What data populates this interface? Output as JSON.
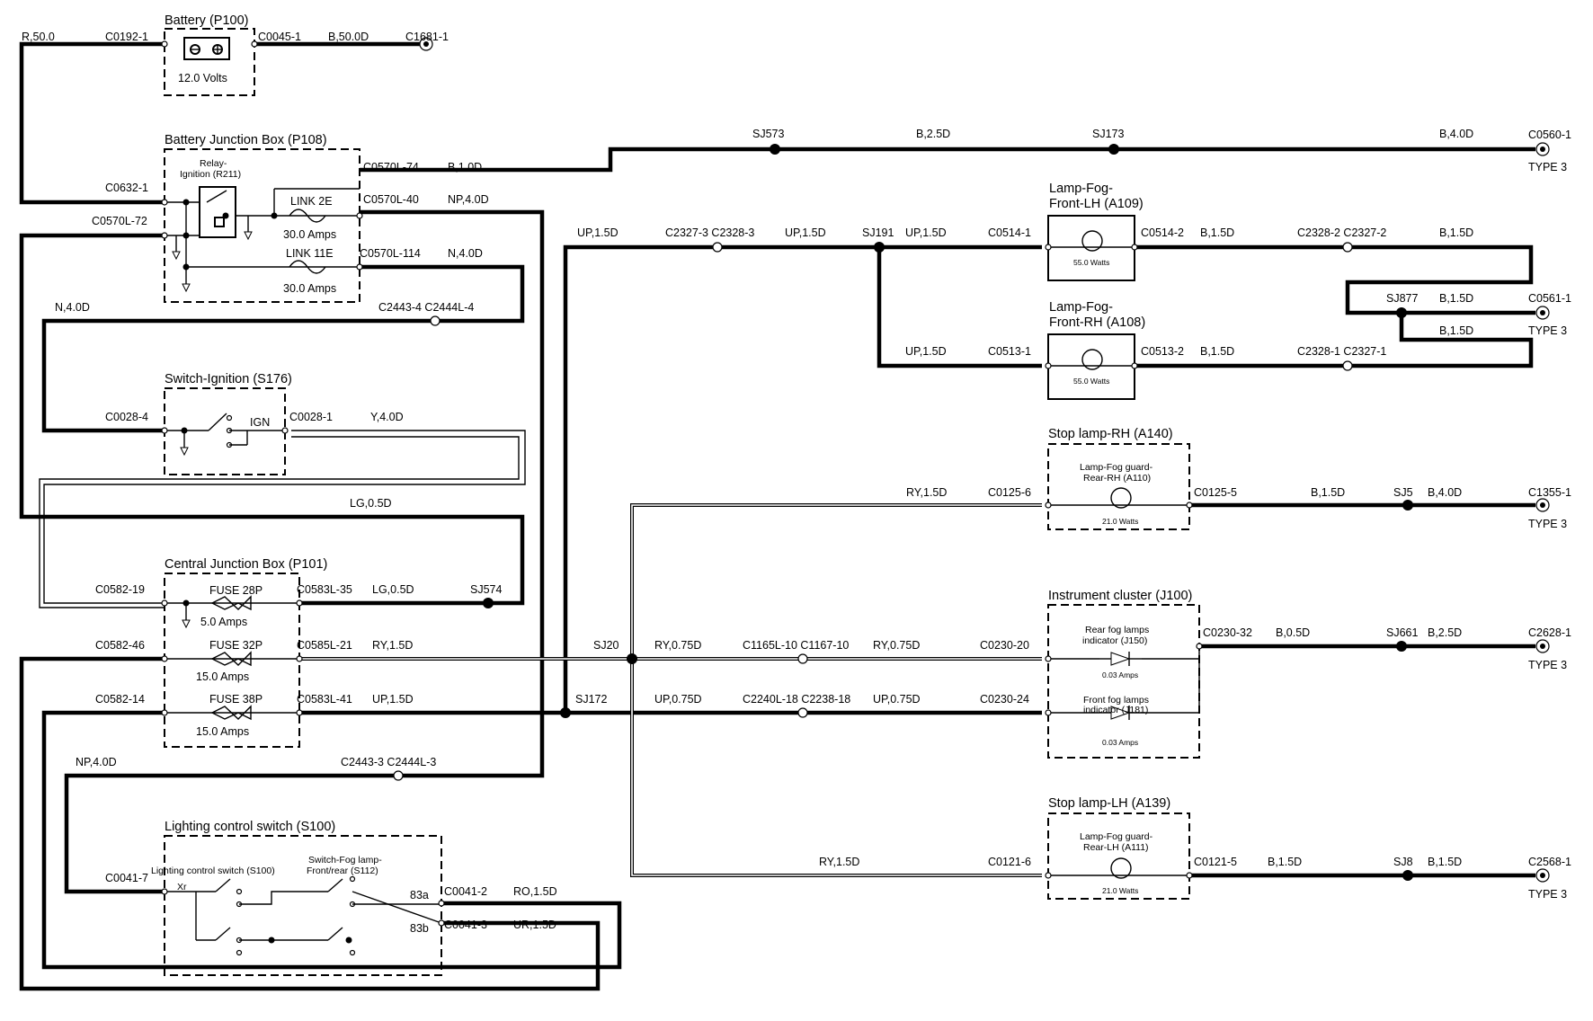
{
  "components": {
    "battery": {
      "title": "Battery (P100)",
      "rating": "12.0 Volts"
    },
    "bjb": {
      "title": "Battery Junction Box (P108)",
      "relay": "Relay-",
      "relay2": "Ignition (R211)",
      "link2e": "LINK 2E",
      "link2e_amps": "30.0 Amps",
      "link11e": "LINK 11E",
      "link11e_amps": "30.0 Amps"
    },
    "ign_switch": {
      "title": "Switch-Ignition (S176)",
      "ign": "IGN"
    },
    "cjb": {
      "title": "Central Junction Box (P101)",
      "fuse28": "FUSE 28P",
      "fuse28_amps": "5.0 Amps",
      "fuse32": "FUSE 32P",
      "fuse32_amps": "15.0 Amps",
      "fuse38": "FUSE 38P",
      "fuse38_amps": "15.0 Amps"
    },
    "lcs": {
      "title": "Lighting control switch (S100)",
      "inner_left": "Lighting control switch (S100)",
      "inner_right1": "Switch-Fog lamp-",
      "inner_right2": "Front/rear (S112)",
      "xr": "Xr",
      "p83a": "83a",
      "p83b": "83b"
    },
    "fog_lh": {
      "title1": "Lamp-Fog-",
      "title2": "Front-LH (A109)",
      "watts": "55.0 Watts"
    },
    "fog_rh": {
      "title1": "Lamp-Fog-",
      "title2": "Front-RH (A108)",
      "watts": "55.0 Watts"
    },
    "stop_rh": {
      "title": "Stop lamp-RH (A140)",
      "inner1": "Lamp-Fog guard-",
      "inner2": "Rear-RH (A110)",
      "watts": "21.0 Watts"
    },
    "cluster": {
      "title": "Instrument cluster (J100)",
      "rear1": "Rear fog lamps",
      "rear2": "indicator (J150)",
      "rear_amps": "0.03 Amps",
      "front1": "Front fog lamps",
      "front2": "indicator (J181)",
      "front_amps": "0.03 Amps"
    },
    "stop_lh": {
      "title": "Stop lamp-LH (A139)",
      "inner1": "Lamp-Fog guard-",
      "inner2": "Rear-LH (A111)",
      "watts": "21.0 Watts"
    }
  },
  "connectors": {
    "c0192": "C0192-1",
    "c0045": "C0045-1",
    "c1681": "C1681-1",
    "c0632": "C0632-1",
    "c0570l72": "C0570L-72",
    "c0570l74": "C0570L-74",
    "c0570l40": "C0570L-40",
    "c0570l114": "C0570L-114",
    "c2443_4": "C2443-4 C2444L-4",
    "c0028_4": "C0028-4",
    "c0028_1": "C0028-1",
    "c0582_19": "C0582-19",
    "c0583l35": "C0583L-35",
    "c0582_46": "C0582-46",
    "c0585l21": "C0585L-21",
    "c0582_14": "C0582-14",
    "c0583l41": "C0583L-41",
    "c2443_3": "C2443-3 C2444L-3",
    "c0041_7": "C0041-7",
    "c0041_2": "C0041-2",
    "c0041_3": "C0041-3",
    "c0560": "C0560-1",
    "c2327_3": "C2327-3 C2328-3",
    "c0514_1": "C0514-1",
    "c0514_2": "C0514-2",
    "c2328_2": "C2328-2 C2327-2",
    "c0561": "C0561-1",
    "c0513_1": "C0513-1",
    "c0513_2": "C0513-2",
    "c2328_1": "C2328-1 C2327-1",
    "c0125_6": "C0125-6",
    "c0125_5": "C0125-5",
    "c1355": "C1355-1",
    "c1165": "C1165L-10 C1167-10",
    "c0230_20": "C0230-20",
    "c0230_32": "C0230-32",
    "c2628": "C2628-1",
    "c2240": "C2240L-18 C2238-18",
    "c0230_24": "C0230-24",
    "c0121_6": "C0121-6",
    "c0121_5": "C0121-5",
    "c2568": "C2568-1",
    "type3": "TYPE 3"
  },
  "splices": {
    "sj573": "SJ573",
    "sj173": "SJ173",
    "sj191": "SJ191",
    "sj877": "SJ877",
    "sj5": "SJ5",
    "sj574": "SJ574",
    "sj20": "SJ20",
    "sj172": "SJ172",
    "sj661": "SJ661",
    "sj8": "SJ8"
  },
  "wires": {
    "r50": "R,50.0",
    "b50": "B,50.0D",
    "b1": "B,1.0D",
    "b25": "B,2.5D",
    "b4": "B,4.0D",
    "np4": "NP,4.0D",
    "n4": "N,4.0D",
    "n4b": "N,4.0D",
    "up15": "UP,1.5D",
    "up15b": "UP,1.5D",
    "up15c": "UP,1.5D",
    "up15d": "UP,1.5D",
    "b15": "B,1.5D",
    "b15b": "B,1.5D",
    "b15c": "B,1.5D",
    "b15d": "B,1.5D",
    "b15e": "B,1.5D",
    "b15f": "B,1.5D",
    "y4": "Y,4.0D",
    "lg05": "LG,0.5D",
    "lg05b": "LG,0.5D",
    "ry15": "RY,1.5D",
    "ry15b": "RY,1.5D",
    "b15g": "B,1.5D",
    "b4b": "B,4.0D",
    "ry075": "RY,0.75D",
    "ry075b": "RY,0.75D",
    "b05": "B,0.5D",
    "b25b": "B,2.5D",
    "up15e": "UP,1.5D",
    "up075": "UP,0.75D",
    "up075b": "UP,0.75D",
    "np4b": "NP,4.0D",
    "ry15c": "RY,1.5D",
    "b15h": "B,1.5D",
    "b15i": "B,1.5D",
    "ro15": "RO,1.5D",
    "ur15": "UR,1.5D"
  }
}
